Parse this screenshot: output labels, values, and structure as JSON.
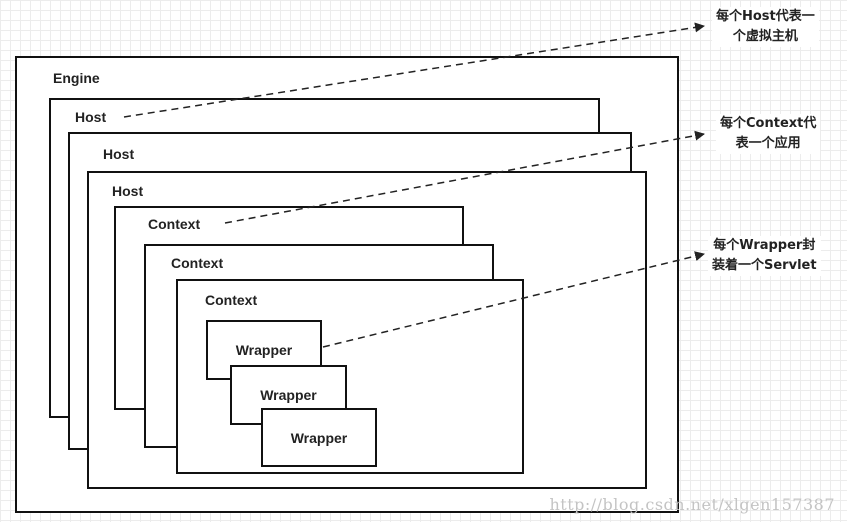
{
  "engine": {
    "label": "Engine"
  },
  "hosts": [
    {
      "label": "Host"
    },
    {
      "label": "Host"
    },
    {
      "label": "Host"
    }
  ],
  "contexts": [
    {
      "label": "Context"
    },
    {
      "label": "Context"
    },
    {
      "label": "Context"
    }
  ],
  "wrappers": [
    {
      "label": "Wrapper"
    },
    {
      "label": "Wrapper"
    },
    {
      "label": "Wrapper"
    }
  ],
  "annotations": {
    "host": {
      "line1": "每个Host代表一",
      "line2": "个虚拟主机"
    },
    "context": {
      "line1": "每个Context代",
      "line2": "表一个应用"
    },
    "wrapper": {
      "line1": "每个Wrapper封",
      "line2": "装着一个Servlet"
    }
  },
  "watermark": "http://blog.csdn.net/xlgen157387"
}
